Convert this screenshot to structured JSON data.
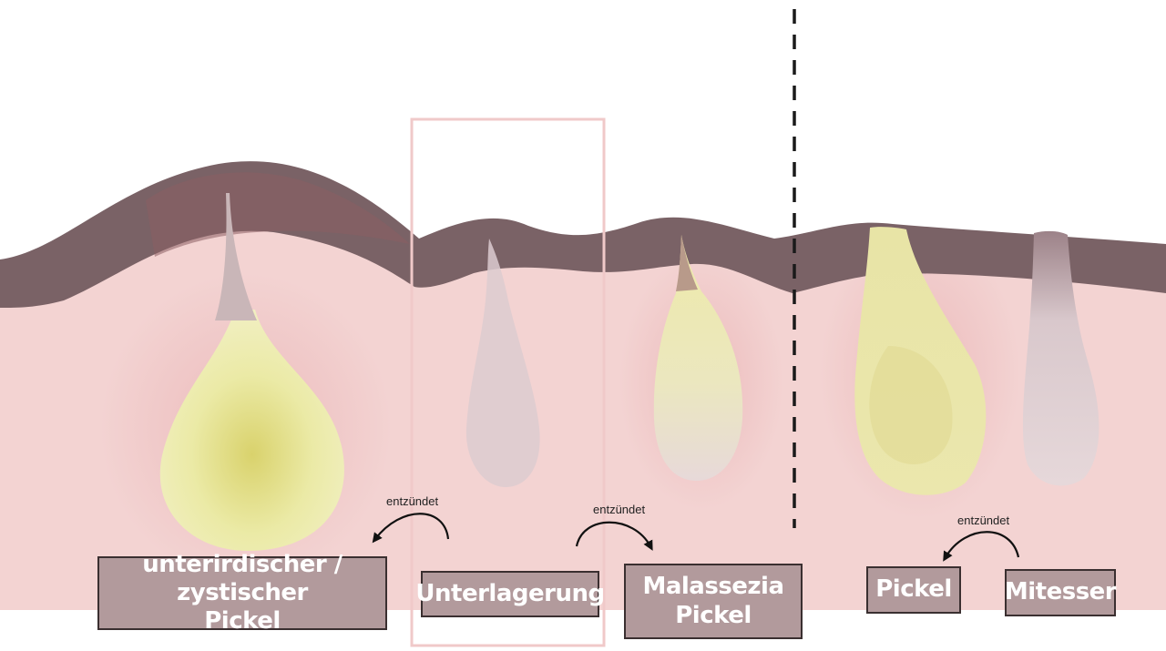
{
  "colors": {
    "skin": "#f3d3d2",
    "surface_layer": "#7a6266",
    "sebum": "#ecebaa",
    "sebum_core": "#dcd67a",
    "label_fill": "#b29a9c",
    "label_border": "#3a2f30",
    "highlight_frame": "#f0c9c9",
    "divider": "#1a1a1a"
  },
  "labels": {
    "cystic_line1": "unterirdischer / zystischer",
    "cystic_line2": "Pickel",
    "unterlagerung": "Unterlagerung",
    "malassezia_line1": "Malassezia",
    "malassezia_line2": "Pickel",
    "pickel": "Pickel",
    "mitesser": "Mitesser"
  },
  "annotations": {
    "left_arrow": "entzündet",
    "middle_arrow": "entzündet",
    "right_arrow": "entzündet"
  },
  "icons": {
    "arrow_left": "curved-arrow-left-icon",
    "arrow_middle": "curved-arrow-right-icon",
    "arrow_right": "curved-arrow-left-icon"
  }
}
